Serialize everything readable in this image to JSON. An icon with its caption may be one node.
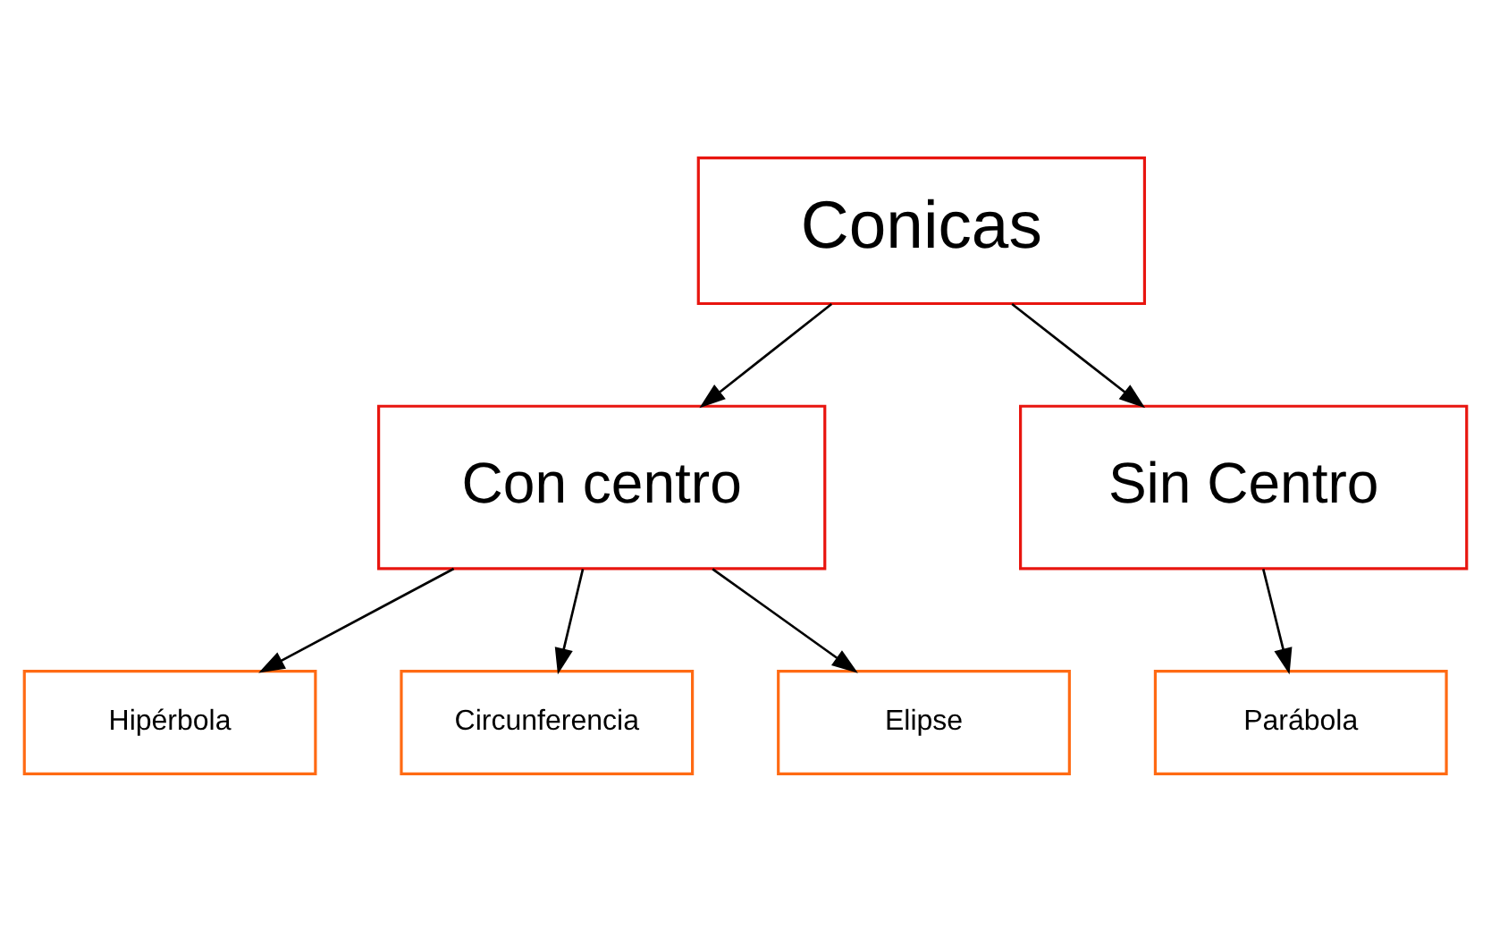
{
  "diagram": {
    "nodes": [
      {
        "text": [
          "Conicas"
        ]
      },
      {
        "text": [
          "Con centro"
        ]
      },
      {
        "text": [
          "Sin Centro"
        ]
      },
      {
        "text": [
          "Hipérbola"
        ]
      },
      {
        "text": [
          "Circunferencia"
        ]
      },
      {
        "text": [
          "Elipse"
        ]
      },
      {
        "text": [
          "Parábola"
        ]
      }
    ],
    "edges": [
      {
        "from": 0,
        "to": 1,
        "arrow": "to"
      },
      {
        "from": 0,
        "to": 2,
        "arrow": "to"
      },
      {
        "from": 1,
        "to": 3,
        "arrow": "to"
      },
      {
        "from": 1,
        "to": 4,
        "arrow": "to"
      },
      {
        "from": 1,
        "to": 5,
        "arrow": "to"
      },
      {
        "from": 2,
        "to": 6,
        "arrow": "to"
      }
    ]
  }
}
